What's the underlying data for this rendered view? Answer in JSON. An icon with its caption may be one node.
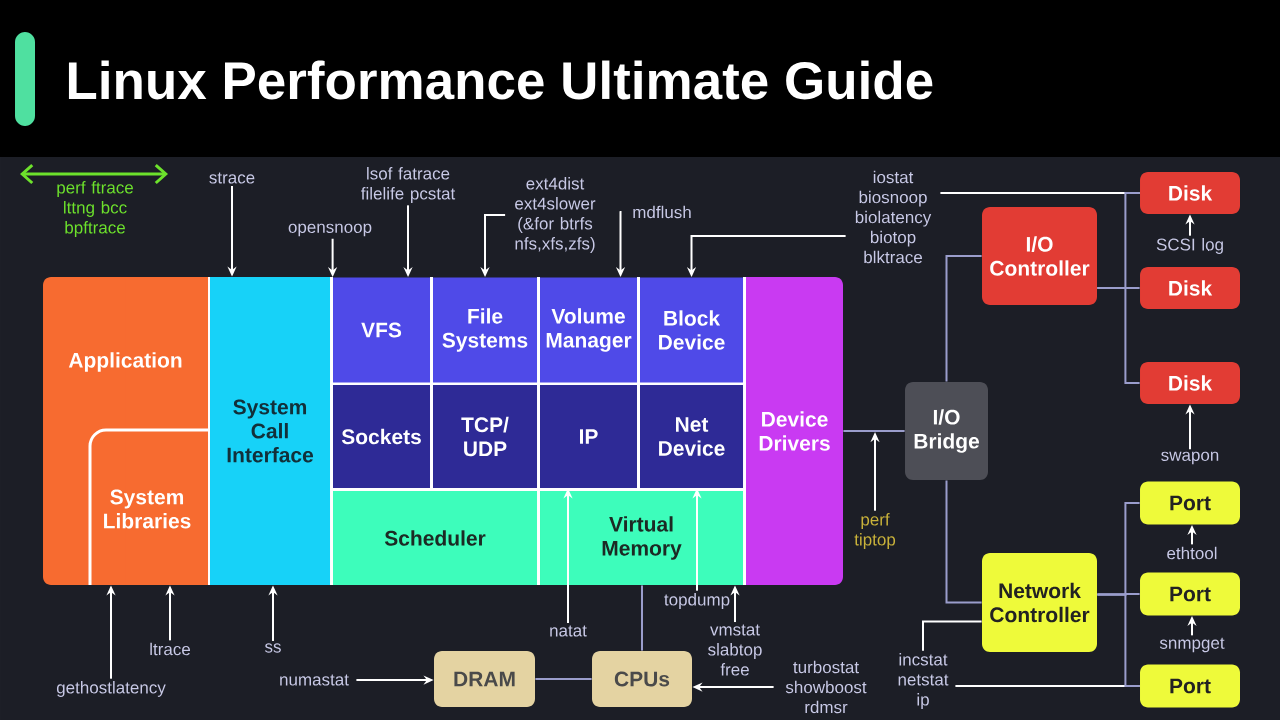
{
  "diagram": {
    "title": "Linux Performance Ultimate Guide",
    "nodes": [
      {
        "text": [
          "Application"
        ]
      },
      {
        "text": [
          "System Libraries"
        ],
        "in": 0
      },
      {
        "text": [
          "System Call Interface"
        ]
      },
      {
        "text": [
          "VFS"
        ]
      },
      {
        "text": [
          "File Systems"
        ]
      },
      {
        "text": [
          "Volume Manager"
        ]
      },
      {
        "text": [
          "Block Device"
        ]
      },
      {
        "text": [
          "Sockets"
        ]
      },
      {
        "text": [
          "TCP/ UDP"
        ]
      },
      {
        "text": [
          "IP"
        ]
      },
      {
        "text": [
          "Net Device"
        ]
      },
      {
        "text": [
          "Scheduler"
        ]
      },
      {
        "text": [
          "Virtual Memory"
        ]
      },
      {
        "text": [
          "Device Drivers"
        ]
      },
      {
        "text": [
          "I/O Bridge"
        ]
      },
      {
        "text": [
          "I/O Controller"
        ]
      },
      {
        "text": [
          "Disk"
        ]
      },
      {
        "text": [
          "Disk"
        ]
      },
      {
        "text": [
          "Disk"
        ]
      },
      {
        "text": [
          "Network Controller"
        ]
      },
      {
        "text": [
          "Port"
        ]
      },
      {
        "text": [
          "Port"
        ]
      },
      {
        "text": [
          "Port"
        ]
      },
      {
        "text": [
          "DRAM"
        ]
      },
      {
        "text": [
          "CPUs"
        ]
      },
      {
        "text": [
          "strace"
        ]
      },
      {
        "text": [
          "opensnoop"
        ]
      },
      {
        "text": [
          "lsof fatrace filelife pcstat"
        ]
      },
      {
        "text": [
          "ext4dist ext4slower (&for btrfs nfs,xfs,zfs)"
        ]
      },
      {
        "text": [
          "mdflush"
        ]
      },
      {
        "text": [
          "iostat biosnoop biolatency biotop blktrace"
        ]
      },
      {
        "text": [
          "SCSI log"
        ]
      },
      {
        "text": [
          "swapon"
        ]
      },
      {
        "text": [
          "ethtool"
        ]
      },
      {
        "text": [
          "snmpget"
        ]
      },
      {
        "text": [
          "incstat netstat ip"
        ]
      },
      {
        "text": [
          "perf tiptop"
        ]
      },
      {
        "text": [
          "topdump"
        ]
      },
      {
        "text": [
          "natat"
        ]
      },
      {
        "text": [
          "vmstat slabtop free"
        ]
      },
      {
        "text": [
          "turbostat showboost rdmsr"
        ]
      },
      {
        "text": [
          "numastat"
        ]
      },
      {
        "text": [
          "ss"
        ]
      },
      {
        "text": [
          "ltrace"
        ]
      },
      {
        "text": [
          "gethostlatency"
        ]
      }
    ],
    "edges": [
      {
        "from": 25,
        "to": 2,
        "arrow": "to"
      },
      {
        "from": 26,
        "to": 3,
        "arrow": "to"
      },
      {
        "from": 27,
        "to": 3,
        "arrow": "to"
      },
      {
        "from": 28,
        "to": 4,
        "arrow": "to"
      },
      {
        "from": 29,
        "to": 5,
        "arrow": "to"
      },
      {
        "from": 30,
        "to": 6,
        "arrow": "to"
      },
      {
        "from": 30,
        "to": 16,
        "arrow": "none"
      },
      {
        "from": 31,
        "to": 16,
        "arrow": "to"
      },
      {
        "from": 32,
        "to": 18,
        "arrow": "to"
      },
      {
        "from": 33,
        "to": 20,
        "arrow": "to"
      },
      {
        "from": 34,
        "to": 21,
        "arrow": "to"
      },
      {
        "from": 35,
        "to": 19,
        "arrow": "none"
      },
      {
        "from": 35,
        "to": 22,
        "arrow": "none"
      },
      {
        "from": 36,
        "to": null,
        "arrow": "to"
      },
      {
        "from": 37,
        "to": 10,
        "arrow": "to"
      },
      {
        "from": 38,
        "to": 9,
        "arrow": "to"
      },
      {
        "from": 39,
        "to": 12,
        "arrow": "to"
      },
      {
        "from": 40,
        "to": 24,
        "arrow": "to"
      },
      {
        "from": 41,
        "to": 23,
        "arrow": "to"
      },
      {
        "from": 42,
        "to": 2,
        "arrow": "to"
      },
      {
        "from": 43,
        "to": 1,
        "arrow": "to"
      },
      {
        "from": 44,
        "to": 1,
        "arrow": "to"
      },
      {
        "from": 13,
        "to": 14,
        "arrow": "none",
        "color": "#9a9dcc"
      },
      {
        "from": 14,
        "to": 15,
        "arrow": "none",
        "color": "#9a9dcc"
      },
      {
        "from": 14,
        "to": 19,
        "arrow": "none",
        "color": "#9a9dcc"
      },
      {
        "from": 15,
        "to": 16,
        "arrow": "none",
        "color": "#9a9dcc"
      },
      {
        "from": 15,
        "to": 17,
        "arrow": "none",
        "color": "#9a9dcc"
      },
      {
        "from": 15,
        "to": 18,
        "arrow": "none",
        "color": "#9a9dcc"
      },
      {
        "from": 19,
        "to": 20,
        "arrow": "none",
        "color": "#9a9dcc"
      },
      {
        "from": 19,
        "to": 21,
        "arrow": "none",
        "color": "#9a9dcc"
      },
      {
        "from": 19,
        "to": 22,
        "arrow": "none",
        "color": "#9a9dcc"
      },
      {
        "from": 23,
        "to": 24,
        "arrow": "none",
        "color": "#9a9dcc"
      },
      {
        "from": 24,
        "to": 12,
        "arrow": "none",
        "color": "#9a9dcc"
      }
    ],
    "labels": [
      "perf ftrace lttng bcc bpftrace"
    ]
  }
}
